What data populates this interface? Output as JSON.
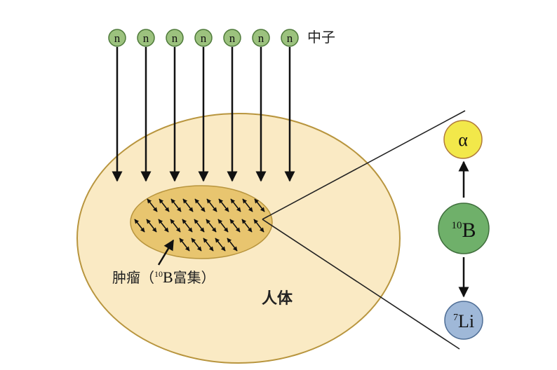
{
  "neutrons": {
    "count": 7,
    "symbol": "n",
    "label": "中子",
    "fill": "#9cc27e",
    "stroke": "#4e7a3a"
  },
  "body": {
    "label": "人体",
    "fill": "#faeac4",
    "stroke": "#b8953e"
  },
  "tumor": {
    "label_prefix": "肿瘤（",
    "label_isotope_mass": "10",
    "label_isotope_symbol": "B",
    "label_suffix": "富集）",
    "fill": "#e8c56f",
    "stroke": "#b8953e"
  },
  "reaction": {
    "alpha": {
      "symbol": "α",
      "fill": "#f2e84a",
      "stroke": "#b07a3a"
    },
    "boron": {
      "mass": "10",
      "symbol": "B",
      "fill": "#6fb06a",
      "stroke": "#3f6e3c"
    },
    "lithium": {
      "mass": "7",
      "symbol": "Li",
      "fill": "#9fb8d8",
      "stroke": "#4f6e96"
    }
  }
}
